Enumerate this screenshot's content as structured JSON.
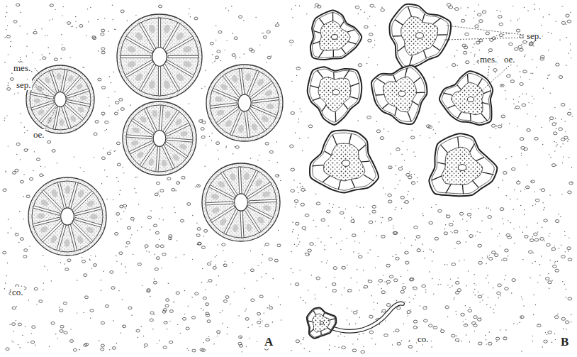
{
  "diagram": {
    "labels": [
      "mes.",
      "sep.",
      "oe.",
      "co.",
      "A",
      "sep.",
      "mes.",
      "oe.",
      "co.",
      "B"
    ]
  }
}
